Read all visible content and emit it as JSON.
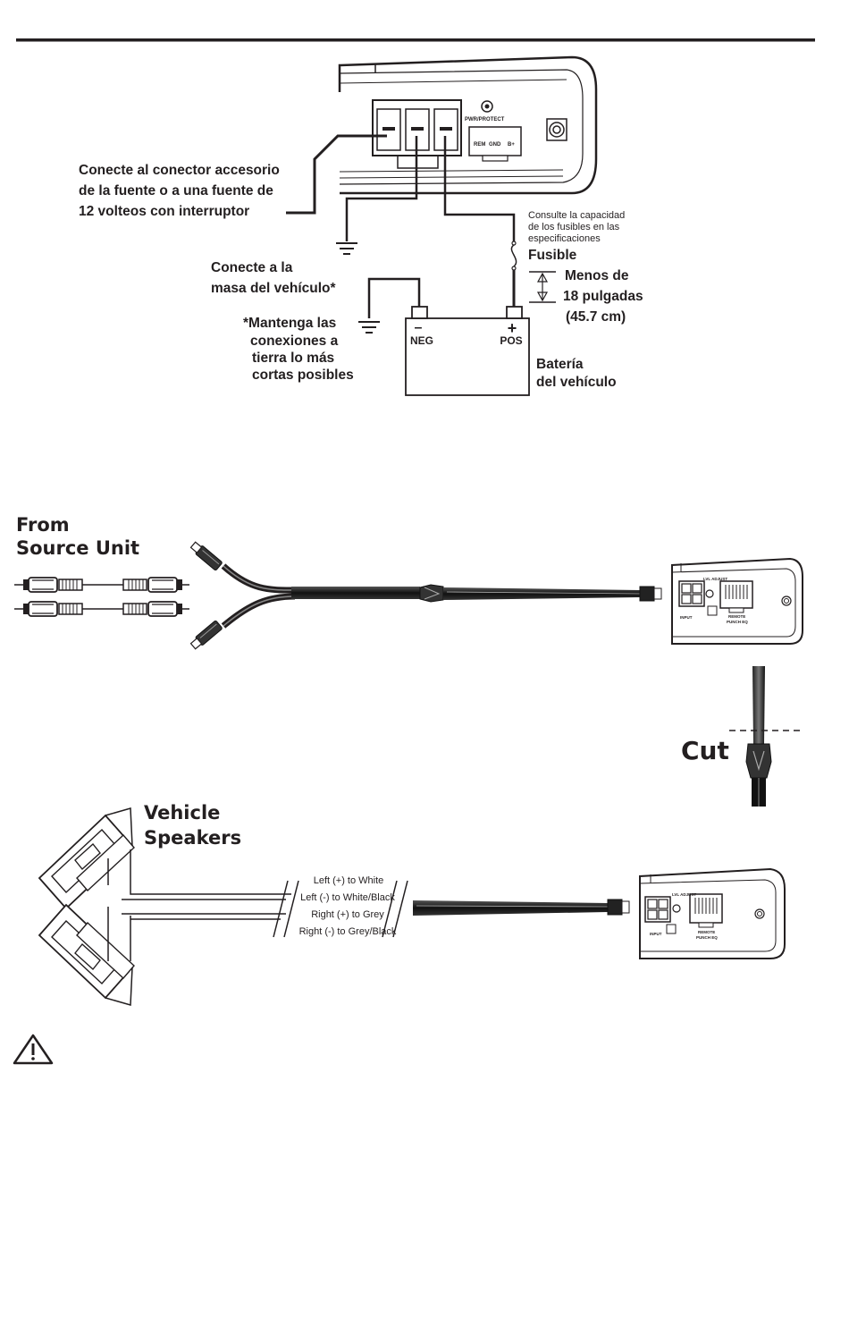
{
  "power_diagram": {
    "amp_labels": {
      "pwr_protect": "PWR/PROTECT",
      "rem": "REM",
      "gnd": "GND",
      "bplus": "B+"
    },
    "remote_label": [
      "Conecte al conector accesorio",
      "de la fuente o a una fuente de",
      "12 volteos con interruptor"
    ],
    "chassis_label": [
      "Conecte a la",
      "masa del vehículo*"
    ],
    "ground_note": [
      "*Mantenga las",
      "conexiones a",
      "tierra lo más",
      "cortas posibles"
    ],
    "fuse_note": [
      "Consulte la capacidad",
      "de los fusibles en las",
      "especificaciones"
    ],
    "fuse_label": "Fusible",
    "distance_label": [
      "Menos de",
      "18 pulgadas",
      "(45.7 cm)"
    ],
    "battery": {
      "neg_symbol": "–",
      "pos_symbol": "+",
      "neg": "NEG",
      "pos": "POS",
      "label": [
        "Batería",
        "del vehículo"
      ]
    }
  },
  "input_diagram": {
    "source_label": [
      "From",
      "Source Unit"
    ],
    "amp_labels": {
      "input": "INPUT",
      "lvl_adjust": "LVL ADJUST",
      "remote": [
        "REMOTE",
        "PUNCH EQ"
      ]
    }
  },
  "cut_label": "Cut",
  "speaker_diagram": {
    "speakers_label": [
      "Vehicle",
      "Speakers"
    ],
    "wire_legend": [
      "Left (+) to White",
      "Left (-) to White/Black",
      "Right (+) to Grey",
      "Right (-) to Grey/Black"
    ],
    "amp_labels": {
      "input": "INPUT",
      "lvl_adjust": "LVL ADJUST",
      "remote": [
        "REMOTE",
        "PUNCH EQ"
      ]
    }
  },
  "icons": [
    "warning-icon",
    "ground-symbol-icon",
    "fuse-icon",
    "rca-plug-icon",
    "speaker-icon",
    "wire-harness-icon",
    "amplifier-icon",
    "battery-icon"
  ]
}
